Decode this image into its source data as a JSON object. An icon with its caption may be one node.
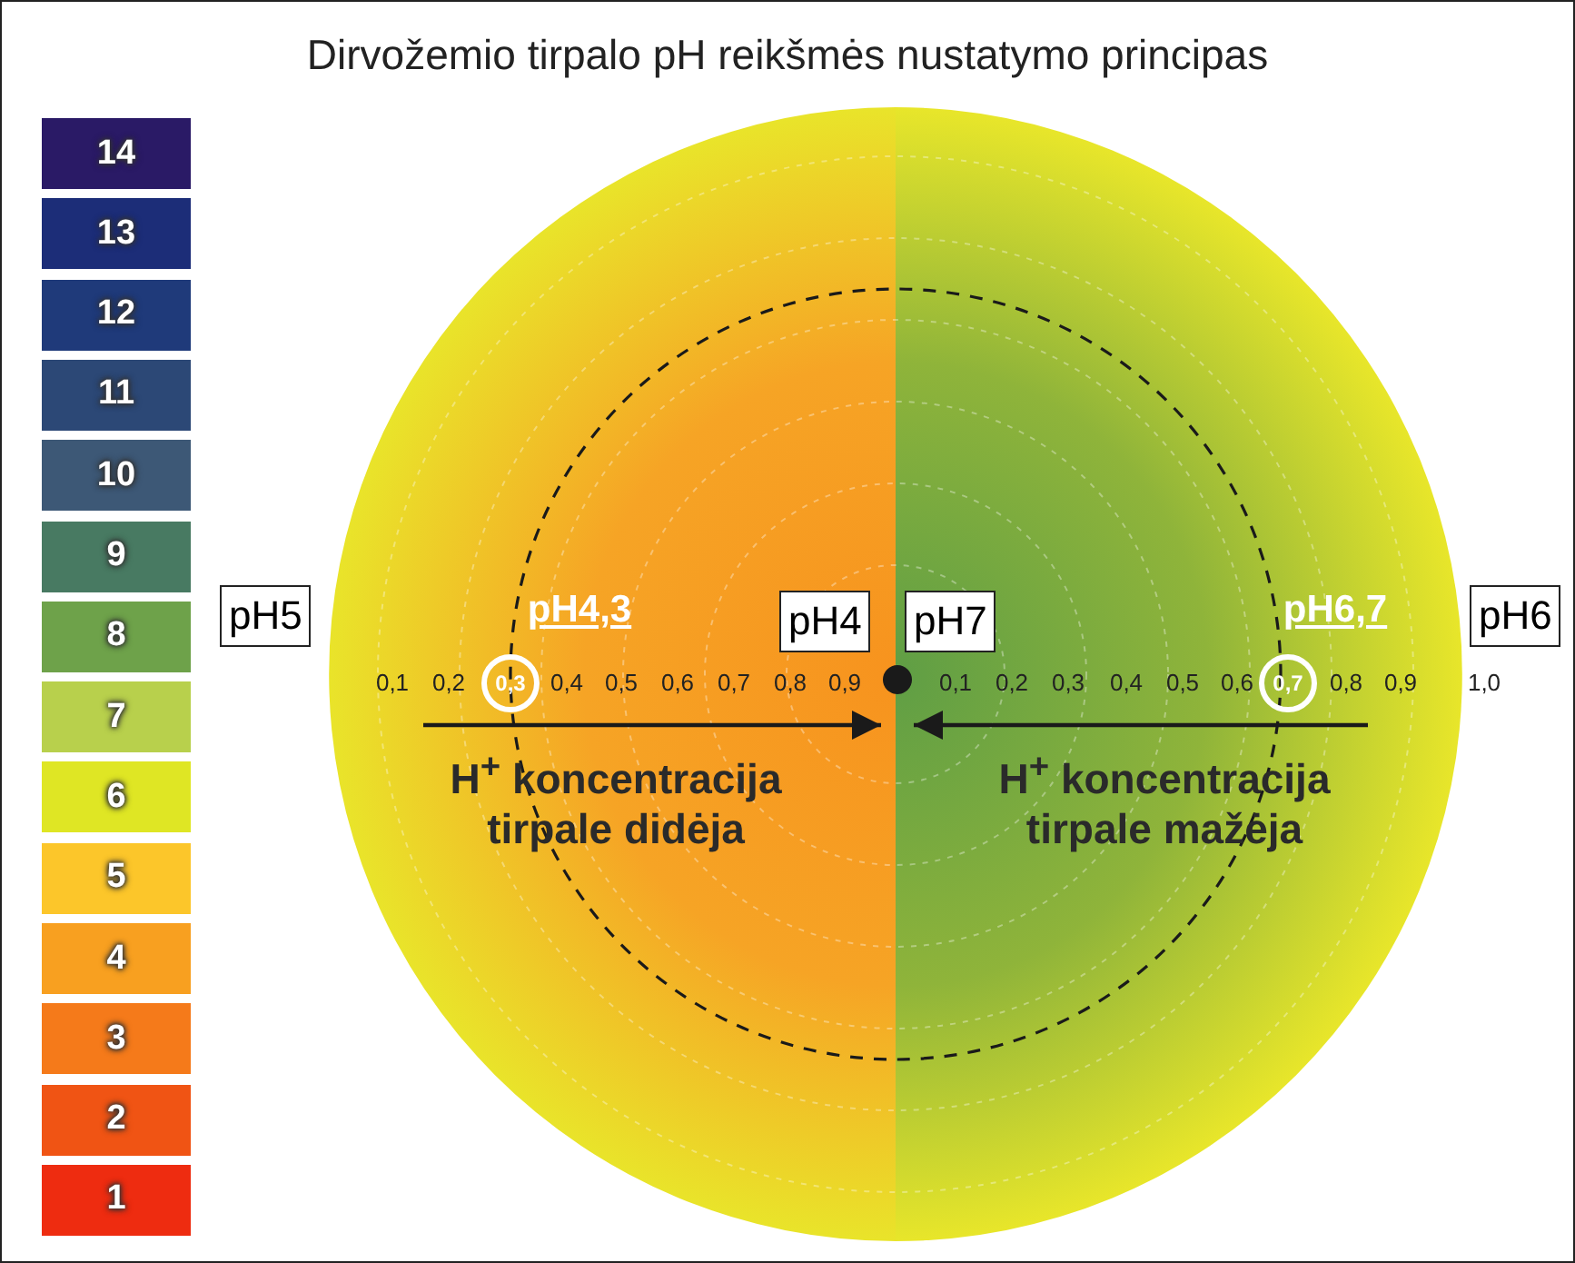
{
  "diagram": {
    "title": "Dirvožemio tirpalo pH reikšmės nustatymo principas",
    "nodes": [
      {
        "text": [
          "14"
        ]
      },
      {
        "text": [
          "13"
        ]
      },
      {
        "text": [
          "12"
        ]
      },
      {
        "text": [
          "11"
        ]
      },
      {
        "text": [
          "10"
        ]
      },
      {
        "text": [
          "9"
        ]
      },
      {
        "text": [
          "8"
        ]
      },
      {
        "text": [
          "7"
        ]
      },
      {
        "text": [
          "6"
        ]
      },
      {
        "text": [
          "5"
        ]
      },
      {
        "text": [
          "4"
        ]
      },
      {
        "text": [
          "3"
        ]
      },
      {
        "text": [
          "2"
        ]
      },
      {
        "text": [
          "1"
        ]
      },
      {
        "text": [
          "pH5"
        ]
      },
      {
        "text": [
          "pH4"
        ]
      },
      {
        "text": [
          "pH7"
        ]
      },
      {
        "text": [
          "pH6"
        ]
      },
      {
        "text": [
          "0,3"
        ]
      },
      {
        "text": [],
        "shape": "circle"
      },
      {
        "text": [
          "0,7"
        ]
      }
    ],
    "edges": [
      {
        "from": null,
        "to": 19,
        "arrow": "to",
        "label": "H$^{+}$ koncentracija tirpale didėja"
      },
      {
        "from": null,
        "to": 19,
        "arrow": "to",
        "label": "H$^{+}$ koncentracija tirpale mažėja"
      }
    ],
    "labels": [
      "pH4,3",
      "pH6,7",
      "0,1",
      "0,2",
      "0,4",
      "0,5",
      "0,6",
      "0,7",
      "0,8",
      "0,9",
      "0,1",
      "0,2",
      "0,3",
      "0,4",
      "0,5",
      "0,6",
      "0,8",
      "0,9",
      "1,0"
    ]
  }
}
